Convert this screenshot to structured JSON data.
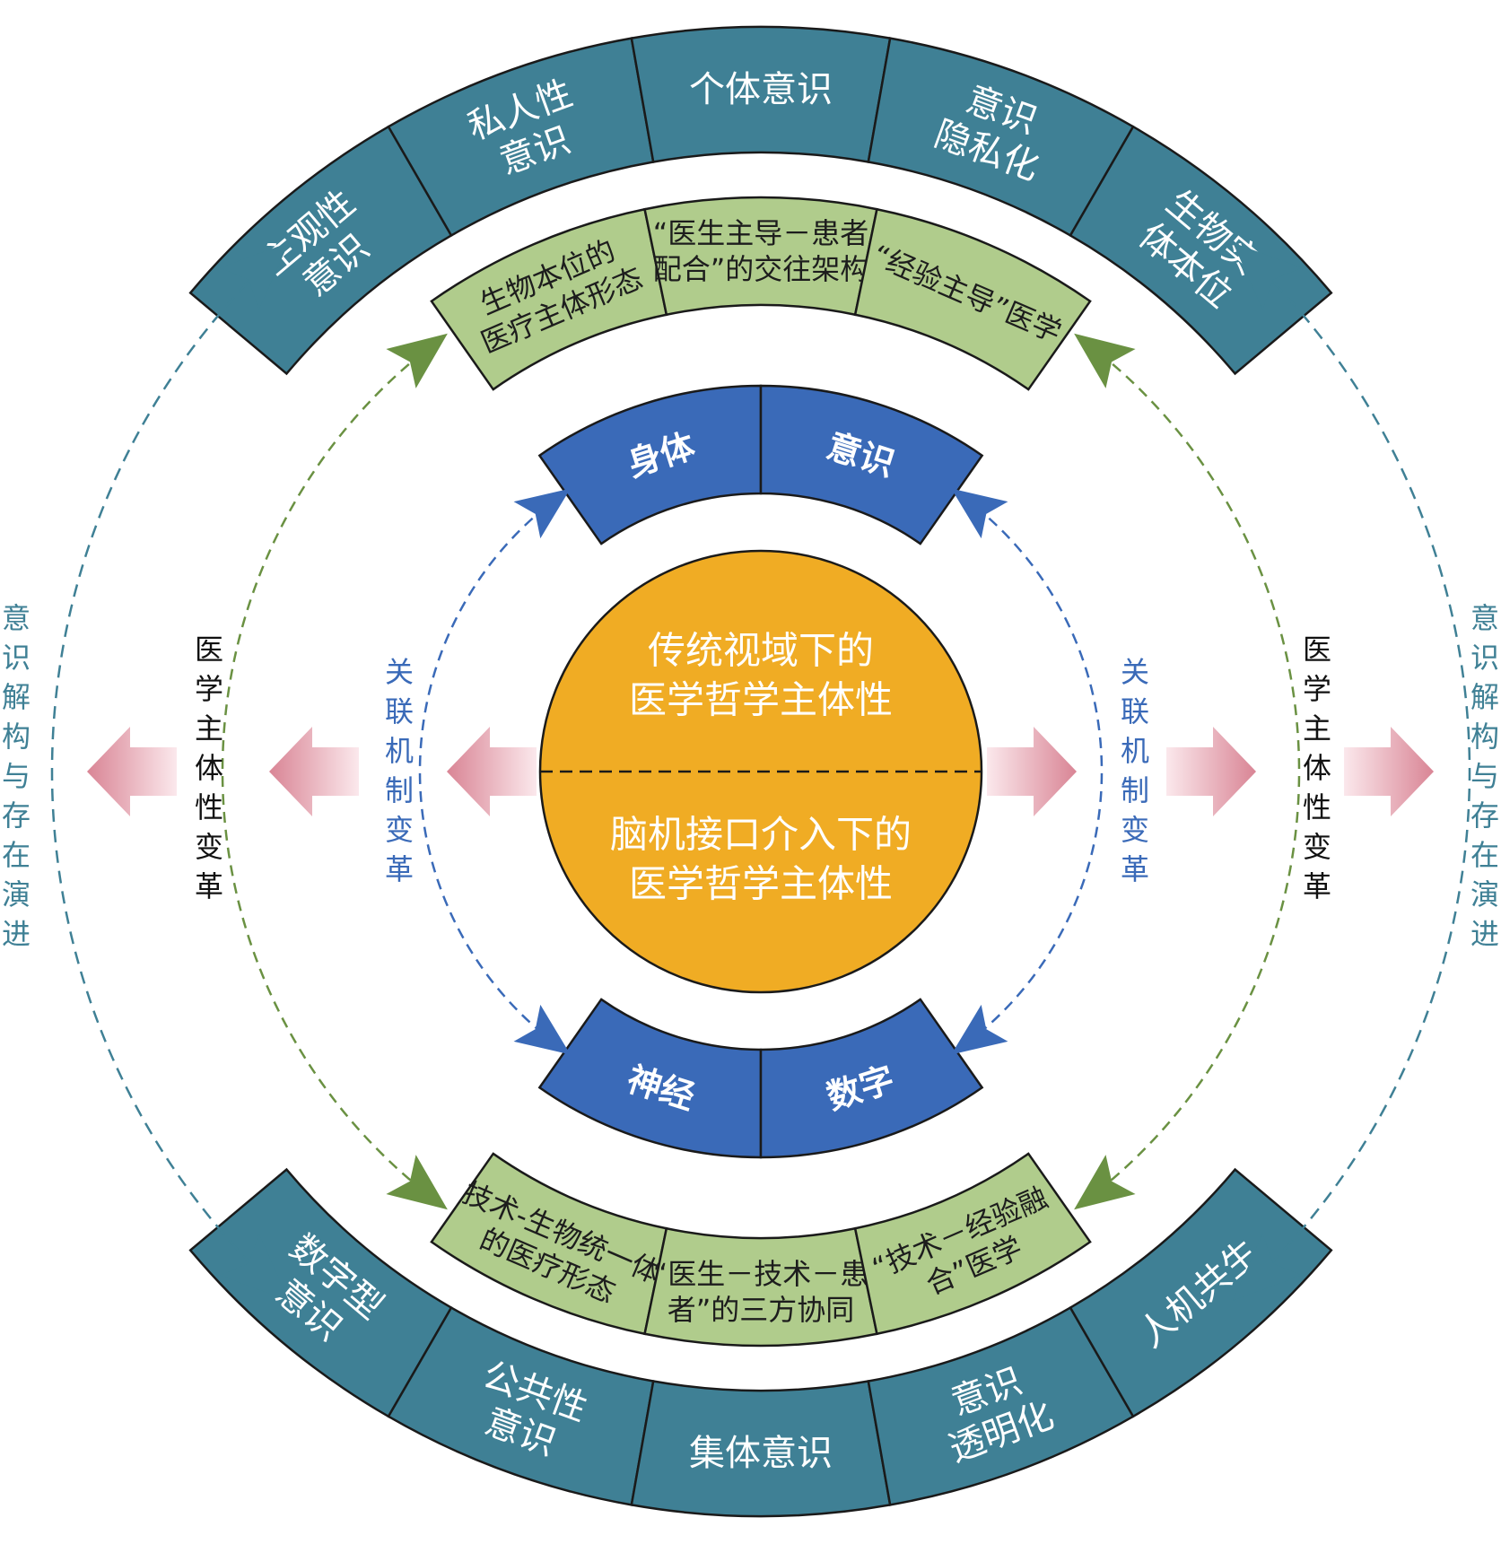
{
  "colors": {
    "teal": "#3f8095",
    "green": "#b0cc8c",
    "blue": "#3a6ab8",
    "orange": "#f0ac24",
    "teal_arrow": "#3f8095",
    "green_arrow": "#6a9142",
    "blue_arrow": "#3a6ab8",
    "pink": "#e39aa7"
  },
  "center": {
    "top_line1": "传统视域下的",
    "top_line2": "医学哲学主体性",
    "bottom_line1": "脑机接口介入下的",
    "bottom_line2": "医学哲学主体性"
  },
  "blue_top": [
    {
      "label": "身体"
    },
    {
      "label": "意识"
    }
  ],
  "blue_bottom": [
    {
      "label": "神经"
    },
    {
      "label": "数字"
    }
  ],
  "green_top": [
    {
      "line1": "生物本位的",
      "line2": "医疗主体形态"
    },
    {
      "line1": "“医生主导－患者",
      "line2": "配合”的交往架构"
    },
    {
      "line1": "“经验主导”医学",
      "line2": ""
    }
  ],
  "green_bottom": [
    {
      "line1": "技术-生物统一体",
      "line2": "的医疗形态"
    },
    {
      "line1": "“医生－技术－患",
      "line2": "者”的三方协同"
    },
    {
      "line1": "“技术－经验融",
      "line2": "合”医学"
    }
  ],
  "teal_top": [
    {
      "line1": "主观性",
      "line2": "意识"
    },
    {
      "line1": "私人性",
      "line2": "意识"
    },
    {
      "line1": "个体意识",
      "line2": ""
    },
    {
      "line1": "意识",
      "line2": "隐私化"
    },
    {
      "line1": "生物实",
      "line2": "体本位"
    }
  ],
  "teal_bottom": [
    {
      "line1": "数字型",
      "line2": "意识"
    },
    {
      "line1": "公共性",
      "line2": "意识"
    },
    {
      "line1": "集体意识",
      "line2": ""
    },
    {
      "line1": "意识",
      "line2": "透明化"
    },
    {
      "line1": "人机共生",
      "line2": ""
    }
  ],
  "side_labels": {
    "outer": "意识解构与存在演进",
    "middle": "医学主体性变革",
    "inner": "关联机制变革"
  }
}
